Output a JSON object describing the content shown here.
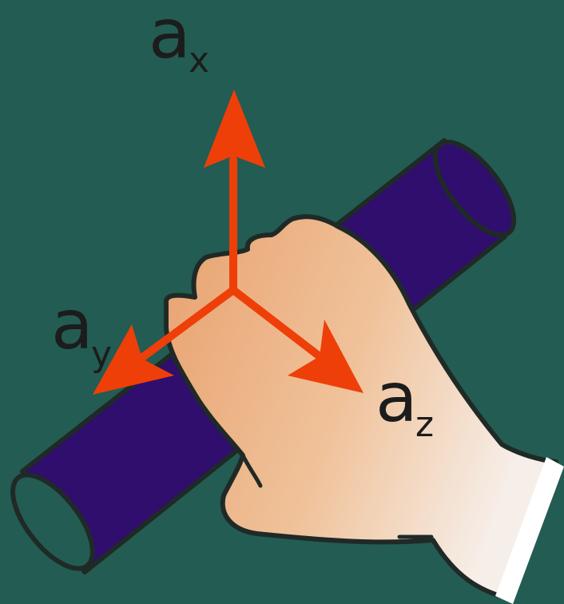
{
  "colors": {
    "background": "#235C52",
    "rod_fill": "#2F0E6E",
    "outline": "#1f2a27",
    "arrow": "#EE3F09",
    "skin_dark": "#E8A270",
    "skin_light": "#F0CDB0",
    "cuff": "#FFFFFF"
  },
  "icons": [
    "rod-cylinder",
    "right-hand",
    "axis-arrow"
  ],
  "labels": {
    "ax": {
      "main": "a",
      "sub": "x"
    },
    "ay": {
      "main": "a",
      "sub": "y"
    },
    "az": {
      "main": "a",
      "sub": "z"
    }
  }
}
